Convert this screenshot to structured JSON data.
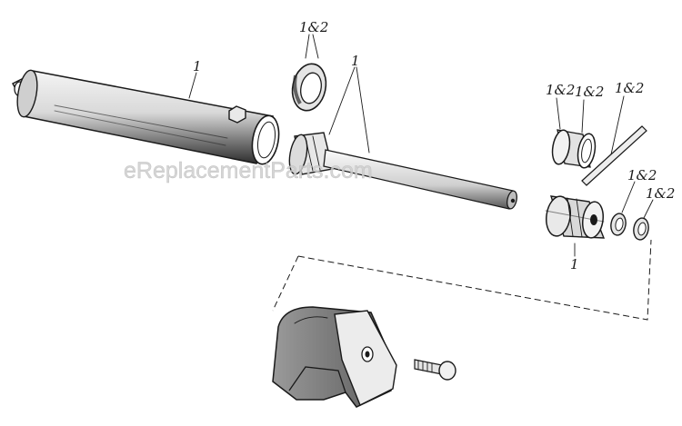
{
  "watermark": "eReplacementParts.com",
  "callouts": {
    "cylinder_body": "1",
    "seal_top": "1&2",
    "piston_rod": "1",
    "wiper_ring": "1&2",
    "gland_seal": "1&2",
    "rod_pin": "1&2",
    "washer_a": "1&2",
    "washer_b": "1&2",
    "gland_nut": "1"
  },
  "colors": {
    "ink": "#1a1a1a",
    "watermark": "#cfcfcf",
    "paper": "#ffffff"
  }
}
